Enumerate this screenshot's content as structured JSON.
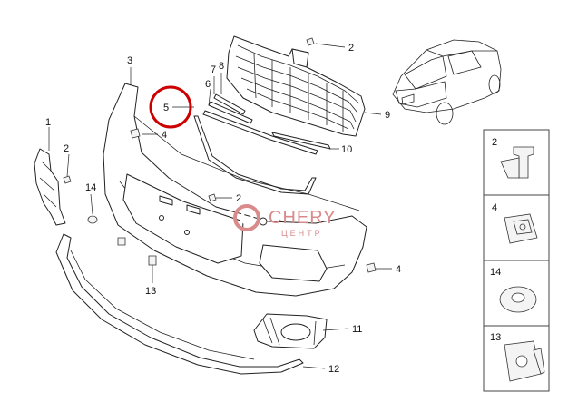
{
  "callouts": {
    "c1": "1",
    "c2_top": "2",
    "c2_left": "2",
    "c2_center": "2",
    "c3": "3",
    "c4_left": "4",
    "c4_right": "4",
    "c5": "5",
    "c6": "6",
    "c7": "7",
    "c8": "8",
    "c9": "9",
    "c10": "10",
    "c11": "11",
    "c12": "12",
    "c13": "13",
    "c14": "14"
  },
  "inset_labels": {
    "i2": "2",
    "i4": "4",
    "i14": "14",
    "i13": "13"
  },
  "watermark": {
    "brand": "CHERY",
    "sub": "ЦЕНТР",
    "color": "#d98a8a"
  },
  "highlight_color": "#cc0000"
}
